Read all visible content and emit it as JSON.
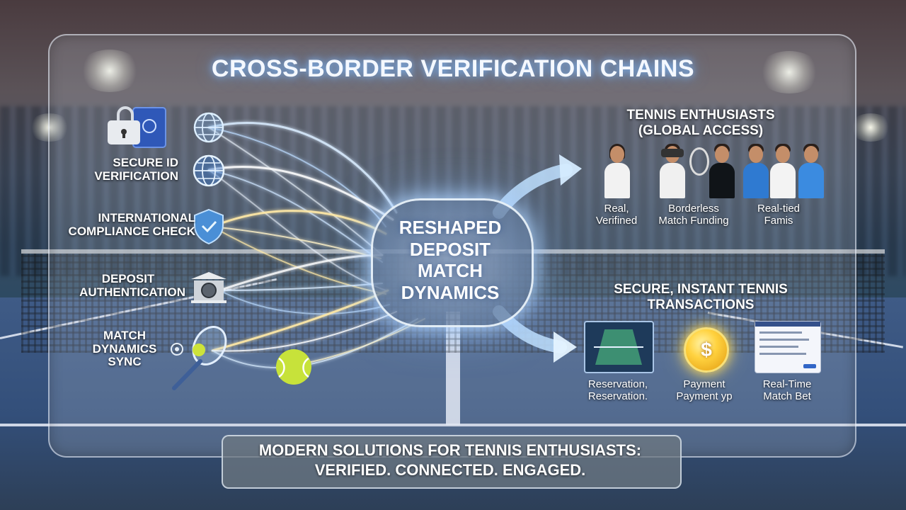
{
  "title": "CROSS-BORDER VERIFICATION CHAINS",
  "left_steps": [
    {
      "label_line1": "SECURE ID",
      "label_line2": "VERIFICATION",
      "icon": "lock-passport-icon"
    },
    {
      "label_line1": "INTERNATIONAL",
      "label_line2": "COMPLIANCE CHECK",
      "icon": "shield-icon"
    },
    {
      "label_line1": "DEPOSIT",
      "label_line2": "AUTHENTICATION",
      "icon": "vault-icon"
    },
    {
      "label_line1": "MATCH",
      "label_line2": "DYNAMICS",
      "label_line3": "SYNC",
      "icon": "tennis-racket-icon"
    }
  ],
  "hub": {
    "line1": "RESHAPED",
    "line2": "DEPOSIT",
    "line3": "MATCH",
    "line4": "DYNAMICS"
  },
  "enthusiasts": {
    "heading_line1": "TENNIS ENTHUSIASTS",
    "heading_line2": "(GLOBAL ACCESS)",
    "labels": [
      {
        "line1": "Real,",
        "line2": "Verifined"
      },
      {
        "line1": "Borderless",
        "line2": "Match Funding"
      },
      {
        "line1": "Real-tied",
        "line2": "Famis"
      }
    ]
  },
  "transactions": {
    "heading_line1": "SECURE, INSTANT TENNIS",
    "heading_line2": "TRANSACTIONS",
    "coin_symbol": "$",
    "labels": [
      {
        "line1": "Reservation,",
        "line2": "Reservation."
      },
      {
        "line1": "Payment",
        "line2": "Payment yp"
      },
      {
        "line1": "Real-Time",
        "line2": "Match Bet"
      }
    ]
  },
  "footer": {
    "line1": "MODERN SOLUTIONS FOR TENNIS ENTHUSIASTS:",
    "line2": "VERIFIED. CONNECTED. ENGAGED."
  },
  "colors": {
    "glow": "#8cc4ff",
    "arrow": "#a8d4ff",
    "flow_gold": "#ffe9a6",
    "coin": "#ffd23f",
    "tennis_ball": "#c7e23a"
  }
}
